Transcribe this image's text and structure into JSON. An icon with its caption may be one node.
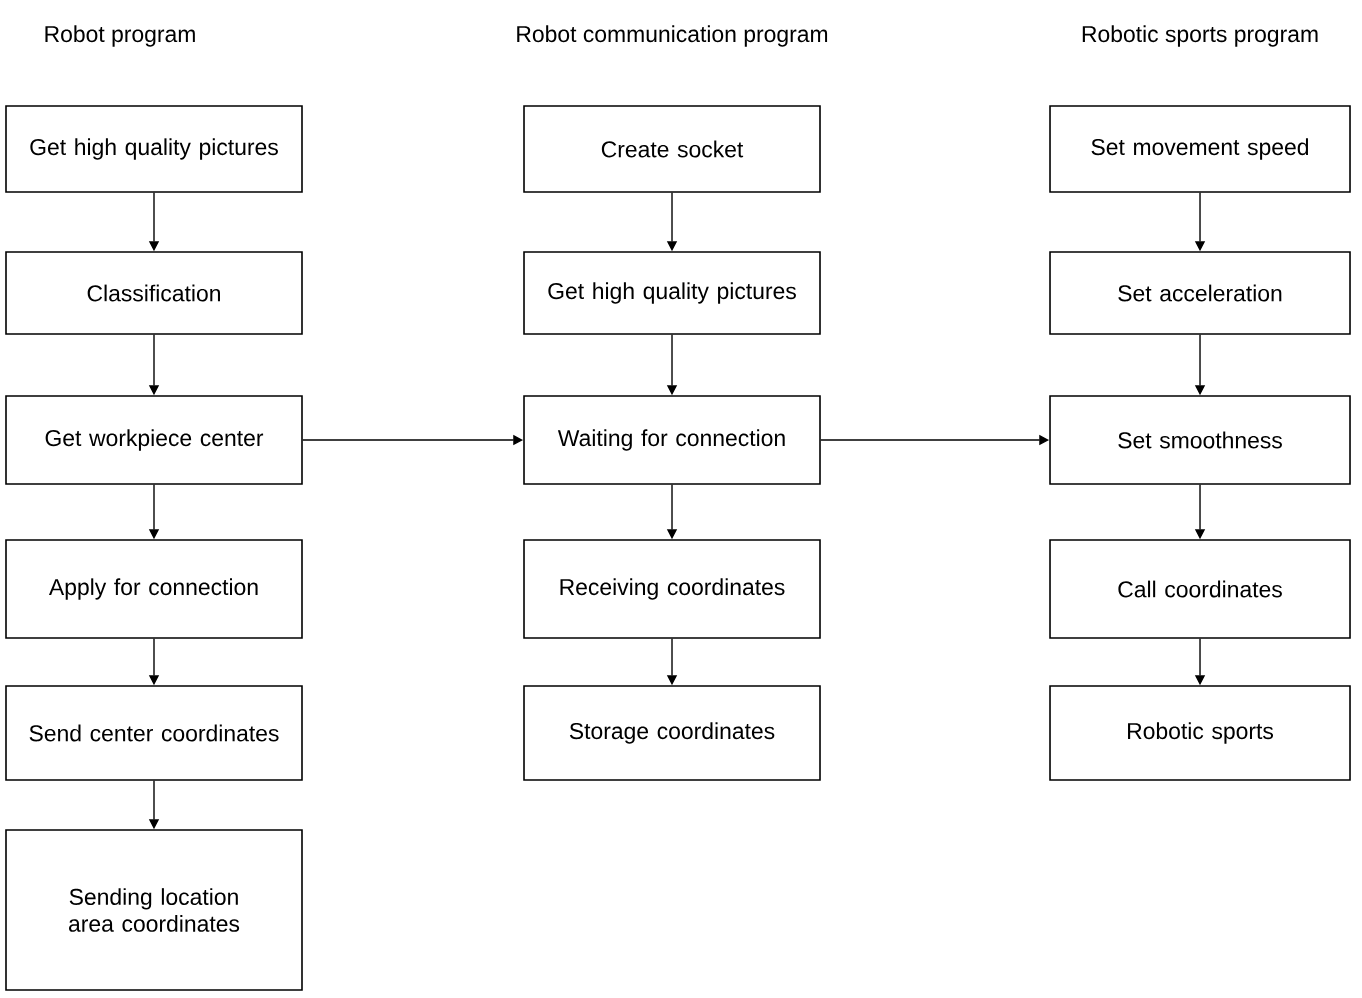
{
  "diagram": {
    "nodes": [
      {
        "text": [
          "Get high quality pictures"
        ]
      },
      {
        "text": [
          "Classification"
        ]
      },
      {
        "text": [
          "Get workpiece center"
        ]
      },
      {
        "text": [
          "Apply for connection"
        ]
      },
      {
        "text": [
          "Send center coordinates"
        ]
      },
      {
        "text": [
          "Sending location area coordinates"
        ]
      },
      {
        "text": [
          "Create socket"
        ]
      },
      {
        "text": [
          "Get high quality pictures"
        ]
      },
      {
        "text": [
          "Waiting for connection"
        ]
      },
      {
        "text": [
          "Receiving coordinates"
        ]
      },
      {
        "text": [
          "Storage coordinates"
        ]
      },
      {
        "text": [
          "Set movement speed"
        ]
      },
      {
        "text": [
          "Set acceleration"
        ]
      },
      {
        "text": [
          "Set smoothness"
        ]
      },
      {
        "text": [
          "Call coordinates"
        ]
      },
      {
        "text": [
          "Robotic sports"
        ]
      }
    ],
    "edges": [
      {
        "from": 0,
        "to": 1,
        "arrow": "to"
      },
      {
        "from": 1,
        "to": 2,
        "arrow": "to"
      },
      {
        "from": 2,
        "to": 3,
        "arrow": "to"
      },
      {
        "from": 3,
        "to": 4,
        "arrow": "to"
      },
      {
        "from": 4,
        "to": 5,
        "arrow": "to"
      },
      {
        "from": 6,
        "to": 7,
        "arrow": "to"
      },
      {
        "from": 7,
        "to": 8,
        "arrow": "to"
      },
      {
        "from": 8,
        "to": 9,
        "arrow": "to"
      },
      {
        "from": 9,
        "to": 10,
        "arrow": "to"
      },
      {
        "from": 11,
        "to": 12,
        "arrow": "to"
      },
      {
        "from": 12,
        "to": 13,
        "arrow": "to"
      },
      {
        "from": 13,
        "to": 14,
        "arrow": "to"
      },
      {
        "from": 14,
        "to": 15,
        "arrow": "to"
      },
      {
        "from": 2,
        "to": 8,
        "arrow": "to"
      },
      {
        "from": 8,
        "to": 13,
        "arrow": "to"
      }
    ],
    "labels": [
      "Robot program",
      "Robot communication program",
      "Robotic sports program"
    ]
  }
}
